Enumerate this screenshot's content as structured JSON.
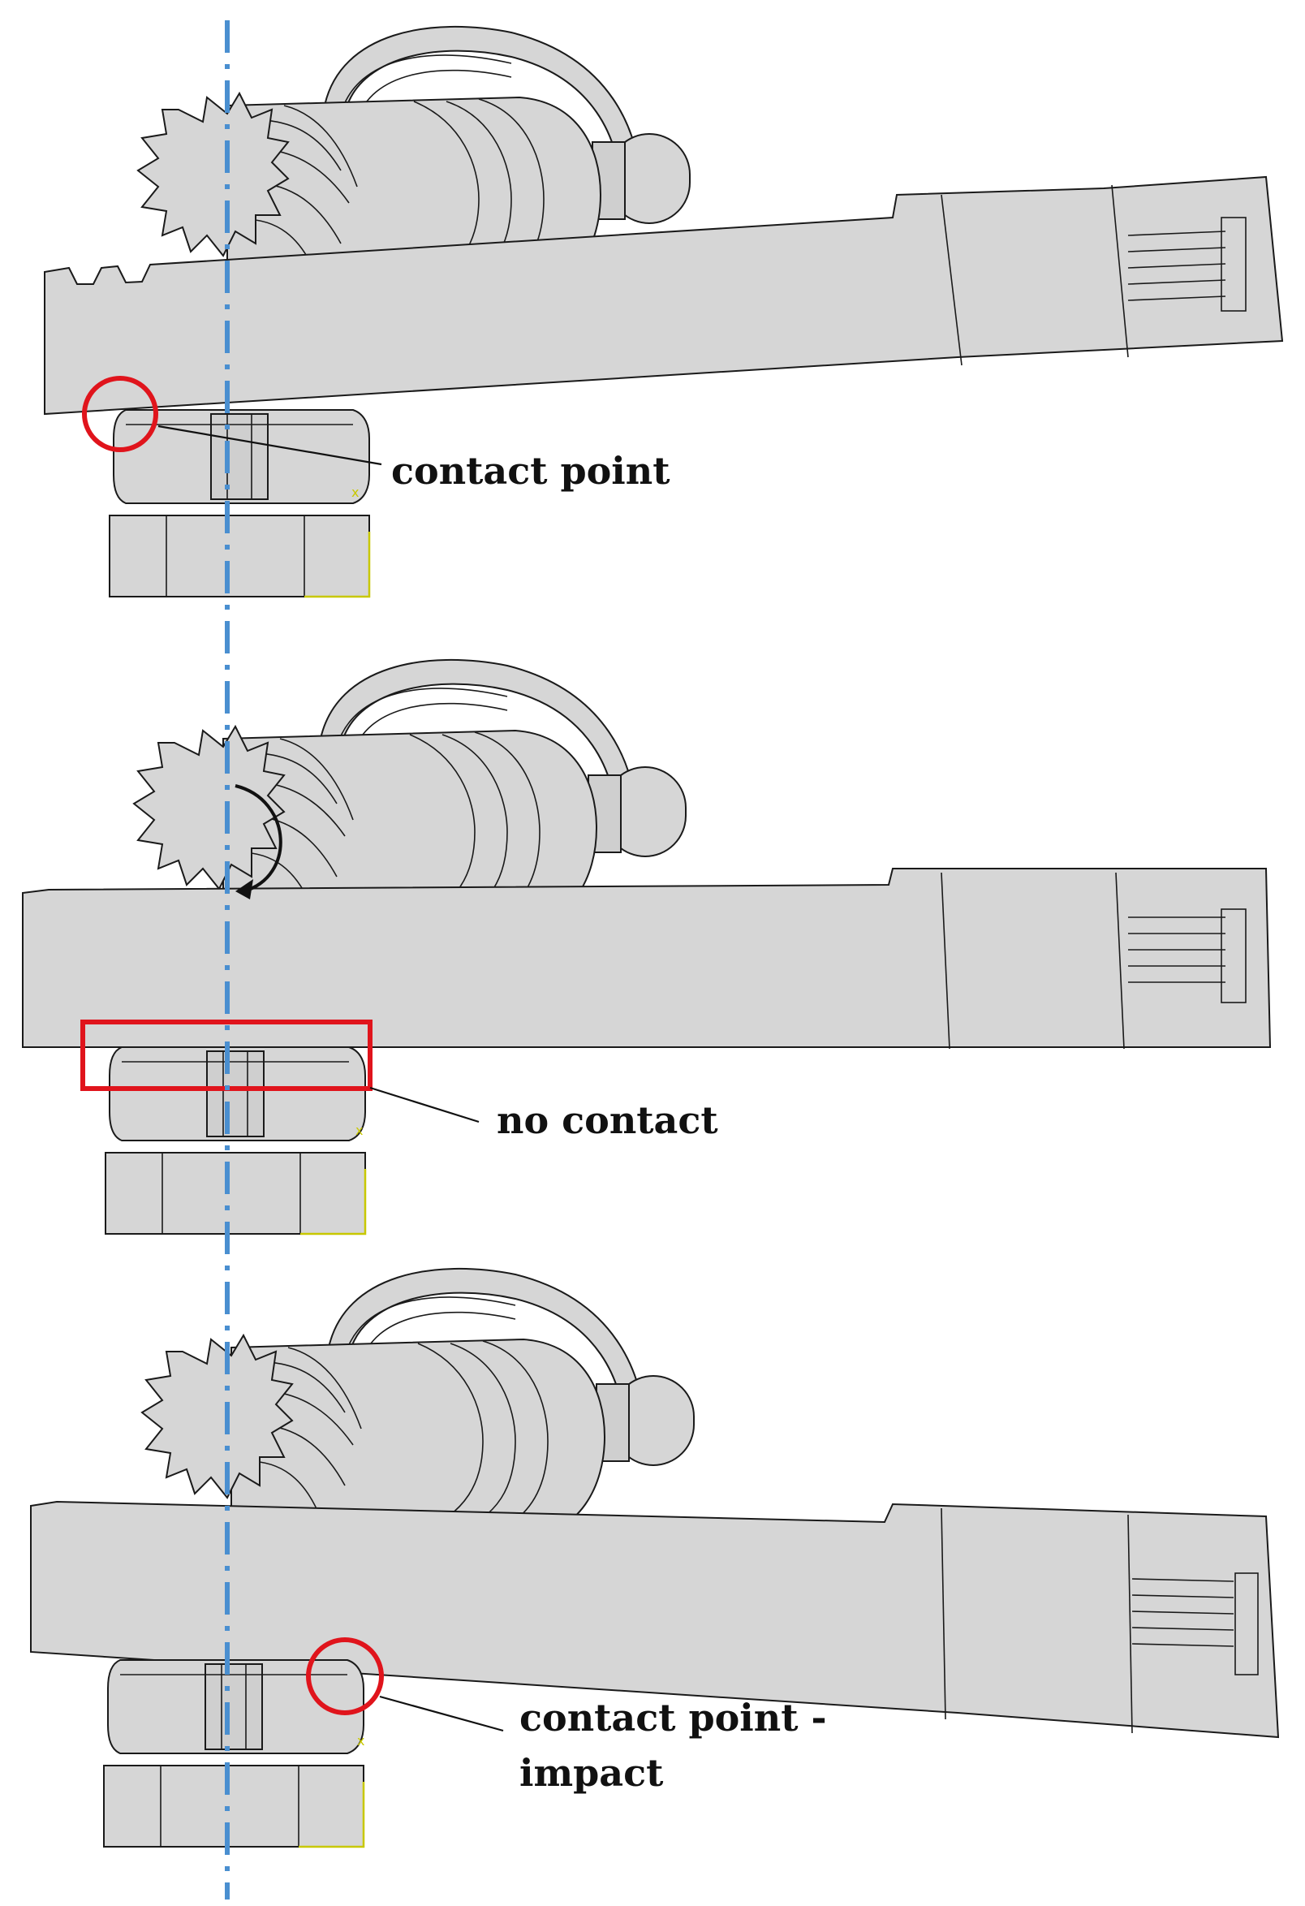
{
  "diagram": {
    "panels": [
      {
        "id": "panel-1",
        "label": "contact point",
        "marker": "circle"
      },
      {
        "id": "panel-2",
        "label": "no contact",
        "marker": "rectangle",
        "has_rotation_arrow": true
      },
      {
        "id": "panel-3",
        "label_line_1": "contact point -",
        "label_line_2": "impact",
        "marker": "circle"
      }
    ],
    "axis_marker": "x",
    "colors": {
      "part_fill": "#d6d6d6",
      "outline": "#1a1a1a",
      "marker": "#e0141c",
      "axis_line": "#4a8fd0",
      "axis_triad": "#c8c800"
    }
  }
}
